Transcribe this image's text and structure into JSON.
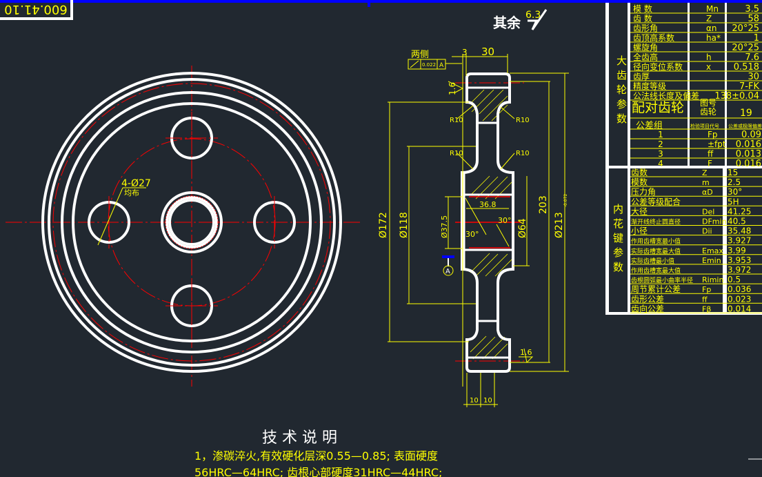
{
  "title_block": {
    "drawing_number": "600.41.10"
  },
  "surface_note": {
    "rest_label": "其余",
    "roughness": "6.3"
  },
  "front_view": {
    "holes_label": "4-Ø27",
    "holes_note": "均布"
  },
  "section_view": {
    "geometric_tolerance": {
      "note": "两侧",
      "value": "0.022",
      "datum": "A"
    },
    "dims": {
      "width": "30",
      "offset": "3",
      "roughness_1": "1.6",
      "roughness_2": "1.6",
      "r1": "R10",
      "r2": "R10",
      "r3": "R10",
      "r4": "R10",
      "spline_len": "36.8",
      "bore": "Ø37.5",
      "angle_1": "30°",
      "angle_2": "30°",
      "hub": "Ø64",
      "d172": "Ø172",
      "d118": "Ø118",
      "d203": "203",
      "d213": "Ø213",
      "d213_tol": "-0.072",
      "rib_1": "10",
      "rib_2": "10"
    },
    "datum_label": "A"
  },
  "gear_table": {
    "side_label": "大齿轮参数",
    "rows": [
      [
        "模 数",
        "Mn",
        "3.5"
      ],
      [
        "齿 数",
        "Z",
        "58"
      ],
      [
        "齿形角",
        "αn",
        "20°25"
      ],
      [
        "齿顶高系数",
        "ha*",
        "1"
      ],
      [
        "螺旋角",
        "",
        "20°25"
      ],
      [
        "全齿高",
        "h",
        "7.6"
      ],
      [
        "径向变位系数",
        "x",
        "0.518"
      ],
      [
        "齿厚",
        "",
        "30"
      ],
      [
        "精度等级",
        "",
        "7-FK"
      ],
      [
        "公法线长度及偏差",
        "",
        "138±0.04"
      ]
    ],
    "pair_label": "配对齿轮",
    "pair_sub": [
      "图号",
      "齿轮"
    ],
    "pair_teeth": "19",
    "tol_header": [
      "公差组",
      "检验项目代号",
      "公差或极限偏差"
    ],
    "tol_rows": [
      [
        "1",
        "Fp",
        "0.09"
      ],
      [
        "2",
        "±fpt",
        "0.016"
      ],
      [
        "3",
        "ff",
        "0.013"
      ],
      [
        "4",
        "F",
        "0.016"
      ]
    ]
  },
  "spline_table": {
    "side_label": "内花键参数",
    "rows": [
      [
        "齿数",
        "Z",
        "15"
      ],
      [
        "模数",
        "m",
        "2.5"
      ],
      [
        "压力角",
        "αD",
        "30°"
      ],
      [
        "公差等级配合",
        "",
        "5H"
      ],
      [
        "大径",
        "Del",
        "41.25"
      ],
      [
        "渐开线终止圆直径",
        "DFmin",
        "40.5"
      ],
      [
        "小径",
        "Dii",
        "35.48"
      ],
      [
        "作用齿槽宽最小值",
        "",
        "3.927"
      ],
      [
        "实际齿槽宽最大值",
        "Emax",
        "3.99"
      ],
      [
        "实际齿槽最小值",
        "Emin",
        "3.953"
      ],
      [
        "作用齿槽宽最大值",
        "",
        "3.972"
      ],
      [
        "齿根圆弧最小曲率半径",
        "Rimin",
        "0.5"
      ],
      [
        "周节累计公差",
        "Fp",
        "0.036"
      ],
      [
        "齿形公差",
        "ff",
        "0.023"
      ],
      [
        "齿向公差",
        "Fβ",
        "0.014"
      ]
    ]
  },
  "tech_notes": {
    "heading": "技 术 说 明",
    "line1": "1，渗碳淬火,有效硬化层深0.55—0.85; 表面硬度",
    "line2": "56HRC—64HRC; 齿根心部硬度31HRC—44HRC;"
  },
  "colors": {
    "background": "#212830",
    "annotation": "#ffff00",
    "outline": "#ffffff",
    "centerline": "#ff0000",
    "top_bar": "#0000ff"
  }
}
